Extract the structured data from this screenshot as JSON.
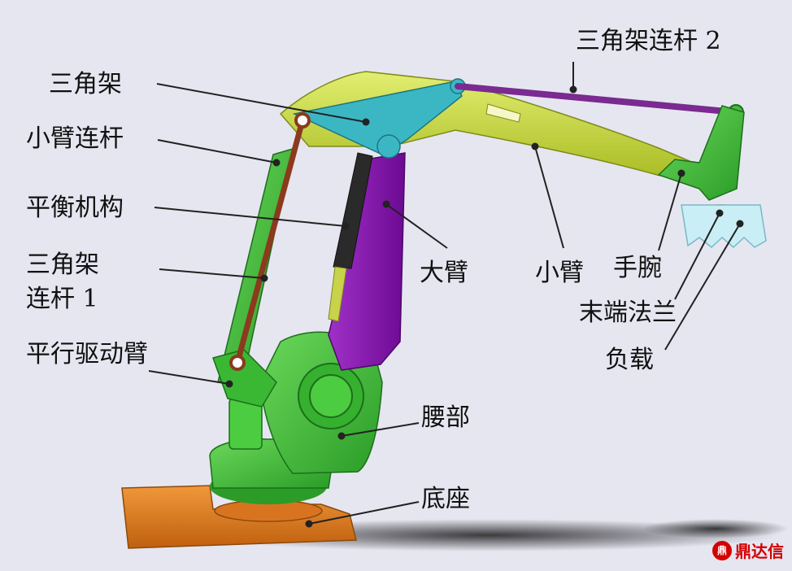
{
  "labels": {
    "triangle_frame": "三角架",
    "forearm_link": "小臂连杆",
    "balance_mechanism": "平衡机构",
    "triangle_link_1_line1": "三角架",
    "triangle_link_1_line2": "连杆 1",
    "parallel_drive_arm": "平行驱动臂",
    "triangle_link_2": "三角架连杆 2",
    "upper_arm": "大臂",
    "forearm": "小臂",
    "wrist": "手腕",
    "end_flange": "末端法兰",
    "load": "负载",
    "waist": "腰部",
    "base": "底座"
  },
  "brand": {
    "text": "鼎达信",
    "mark": "鼎"
  },
  "colors": {
    "background": "#e6e6f1",
    "base": "#e07a1e",
    "waist": "#3fbf38",
    "upper_arm": "#8a16b0",
    "forearm": "#cfe04a",
    "triangle_frame": "#3bb7c4",
    "links": "#8b3a1e",
    "link_2": "#7a2a90",
    "load": "#c9eef6",
    "text": "#111111",
    "brand": "#d40000"
  }
}
